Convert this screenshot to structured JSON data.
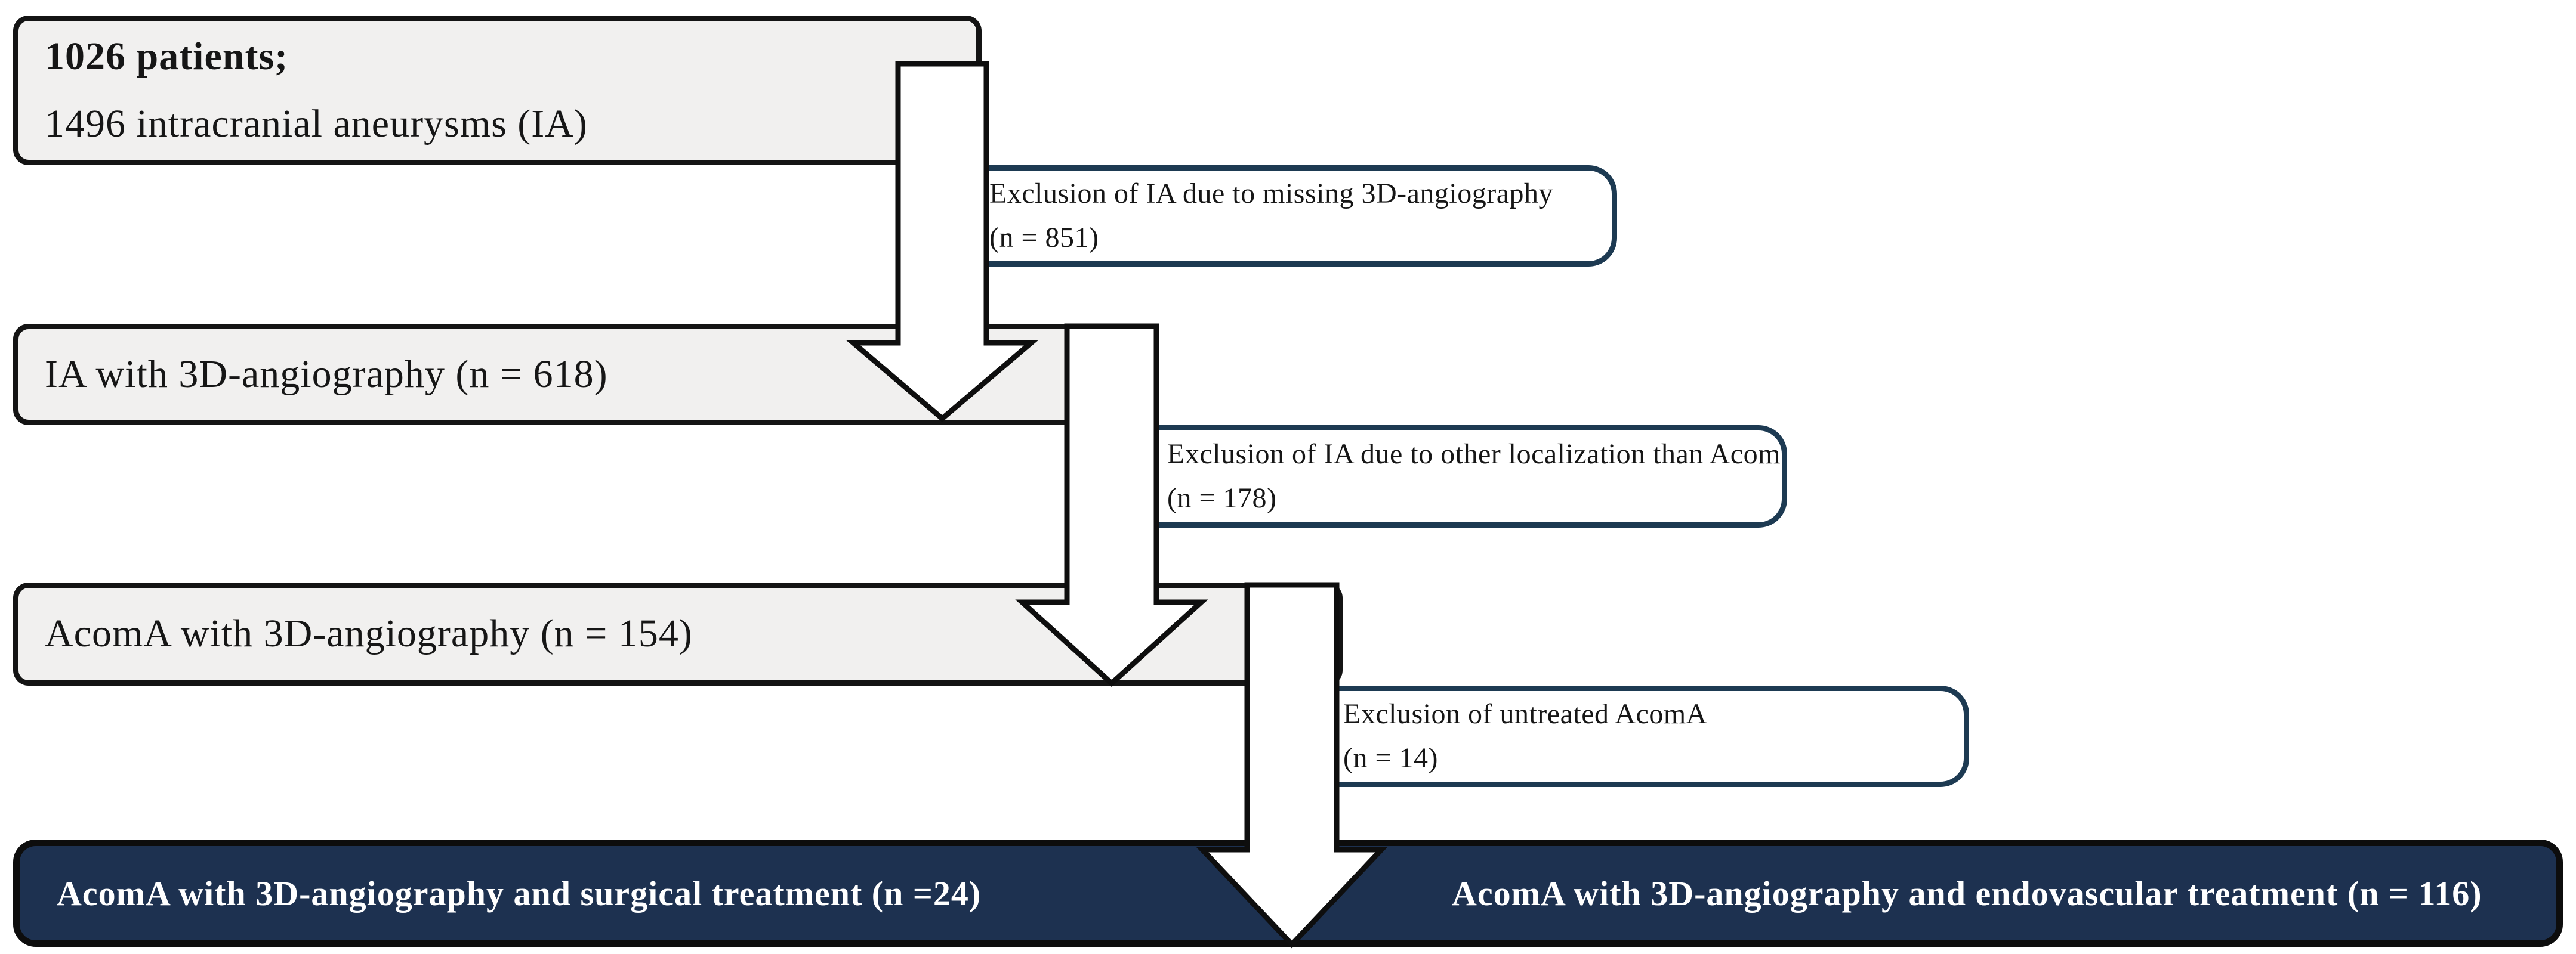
{
  "flowchart": {
    "top_box": {
      "line1": "1026 patients;",
      "line2": "1496 intracranial aneurysms (IA)"
    },
    "step_boxes": [
      {
        "label": "IA with 3D-angiography (n = 618)"
      },
      {
        "label": "AcomA with 3D-angiography (n = 154)"
      }
    ],
    "exclusion_boxes": [
      {
        "reason": "Exclusion of IA due to missing 3D-angiography",
        "count": "(n = 851)"
      },
      {
        "reason": "Exclusion of IA due to other localization than Acom",
        "count": "(n = 178)"
      },
      {
        "reason": "Exclusion of untreated AcomA",
        "count": "(n = 14)"
      }
    ],
    "outcome_boxes": [
      {
        "label": "AcomA with 3D-angiography and surgical treatment (n =24)"
      },
      {
        "label": "AcomA with 3D-angiography and endovascular treatment (n = 116)"
      }
    ],
    "colors": {
      "step_fill": "#f1f0ef",
      "step_border": "#141414",
      "exclusion_fill": "#ffffff",
      "exclusion_border": "#1d3a52",
      "outcome_fill": "#1d3150",
      "outcome_text": "#ffffff",
      "arrow_fill": "#ffffff",
      "arrow_outline": "#0e0e0e",
      "text_color": "#161616"
    }
  }
}
